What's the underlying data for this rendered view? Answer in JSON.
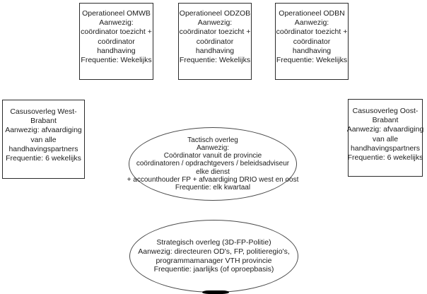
{
  "diagram": {
    "nodes": {
      "operationeel_omwb": {
        "lines": [
          "Operationeel OMWB",
          "Aanwezig:",
          "coördinator toezicht +",
          "coördinator",
          "handhaving",
          "Frequentie: Wekelijks"
        ]
      },
      "operationeel_odzob": {
        "lines": [
          "Operationeel ODZOB",
          "Aanwezig:",
          "coördinator toezicht +",
          "coördinator",
          "handhaving",
          "Frequentie: Wekelijks"
        ]
      },
      "operationeel_odbn": {
        "lines": [
          "Operationeel ODBN",
          "Aanwezig:",
          "coördinator toezicht +",
          "coördinator",
          "handhaving",
          "Frequentie: Wekelijks"
        ]
      },
      "casusoverleg_west_brabant": {
        "lines": [
          "Casusoverleg West-",
          "Brabant",
          "Aanwezig: afvaardiging",
          "van alle",
          "handhavingspartners",
          "Frequentie: 6 wekelijks"
        ]
      },
      "casusoverleg_oost_brabant": {
        "lines": [
          "Casusoverleg Oost-",
          "Brabant",
          "Aanwezig: afvaardiging",
          "van alle",
          "handhavingspartners",
          "Frequentie: 6 wekelijks"
        ]
      },
      "tactisch_overleg": {
        "lines": [
          "Tactisch overleg",
          "Aanwezig:",
          "Coördinator vanuit de provincie",
          "coördinatoren / opdrachtgevers / beleidsadviseur",
          "elke dienst",
          "+ accounthouder FP + afvaardiging DRIO west en oost",
          "Frequentie: elk kwartaal"
        ]
      },
      "strategisch_overleg": {
        "lines": [
          "Strategisch overleg (3D-FP-Politie)",
          "Aanwezig: directeuren OD's, FP, politieregio's,",
          "programmamanager VTH provincie",
          "Frequentie: jaarlijks (of oproepbasis)"
        ]
      }
    },
    "colors": {
      "background": "#ffffff",
      "box_border": "#2b2b2b",
      "ellipse_border": "#4a4a4a",
      "text": "#1c1c1c"
    }
  }
}
